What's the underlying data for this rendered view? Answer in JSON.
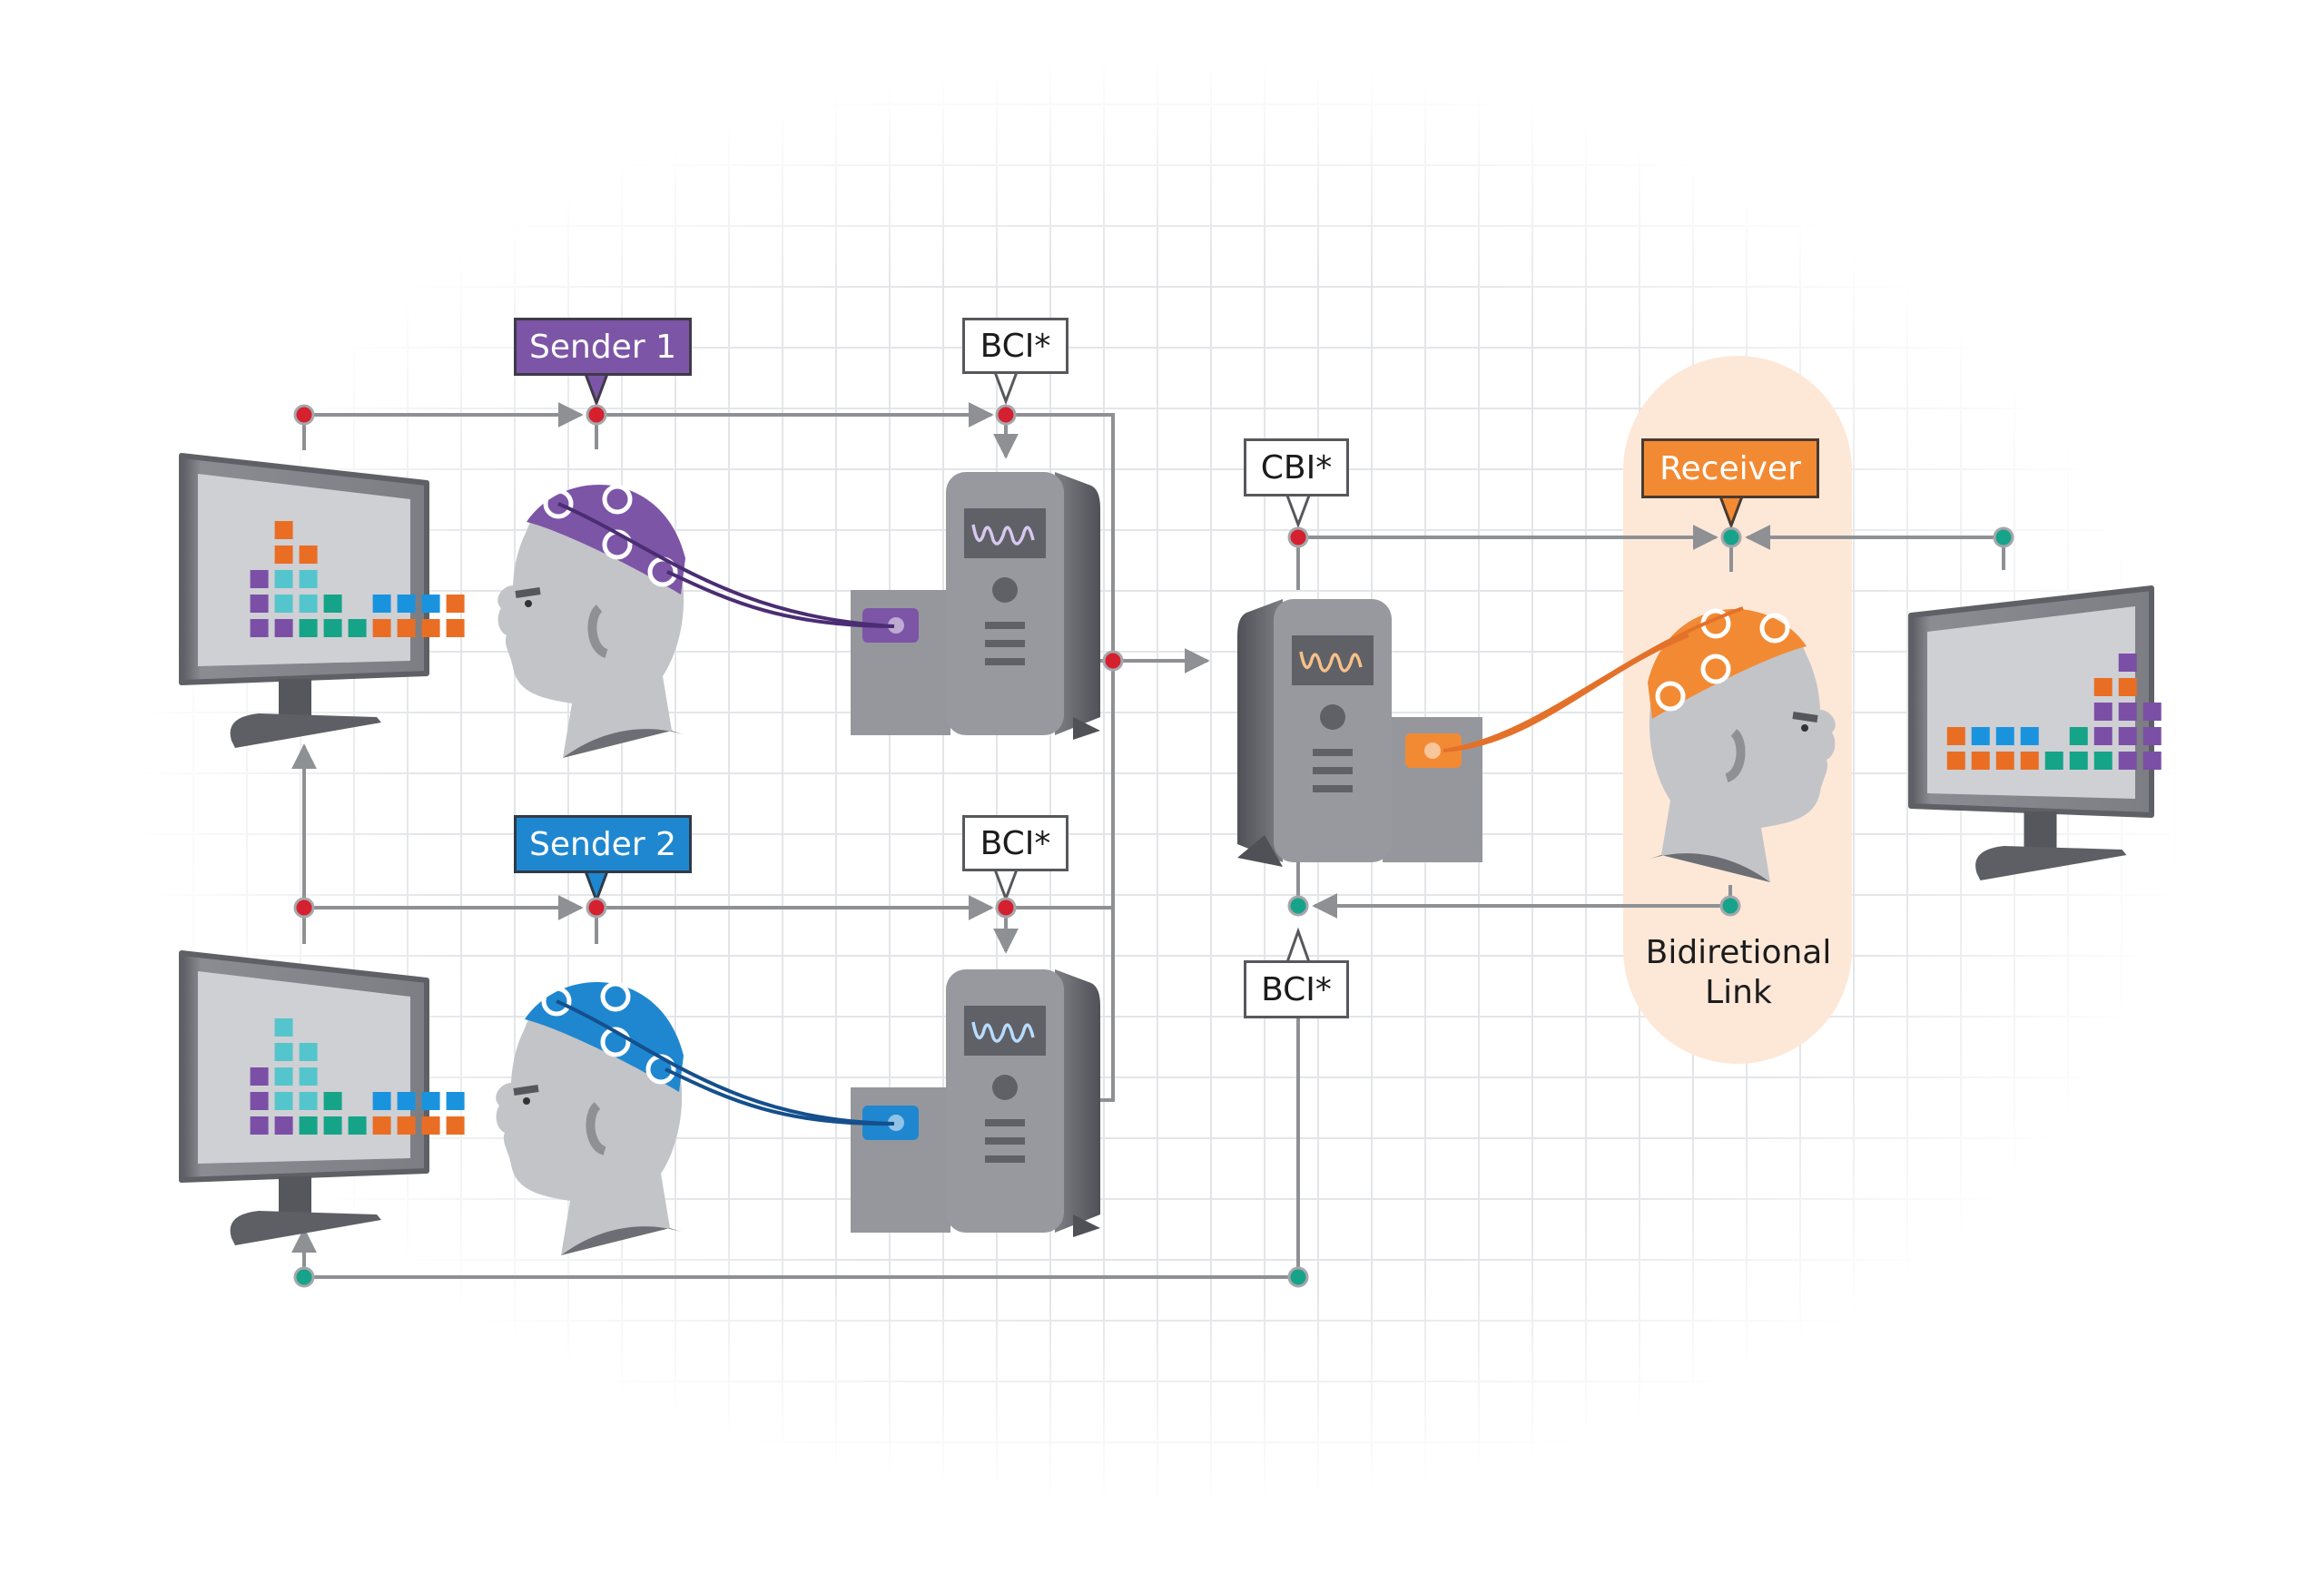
{
  "labels": {
    "sender1": "Sender 1",
    "sender2": "Sender 2",
    "bci_top": "BCI*",
    "bci_middle": "BCI*",
    "bci_bottom": "BCI*",
    "cbi": "CBI*",
    "receiver": "Receiver",
    "link_line1": "Bidiretional",
    "link_line2": "Link"
  },
  "colors": {
    "sender1": "#7c55a6",
    "sender2": "#1f87cf",
    "receiver": "#f28a34",
    "receiver_zone": "#fde8d8",
    "node_red": "#d4202f",
    "node_teal": "#16a38a",
    "connector": "#8e9094",
    "grid": "#e4e5e8",
    "device_light": "#98999e",
    "device_dark": "#5f6166",
    "screen": "#cfd0d4"
  },
  "icons": {
    "monitor": "monitor-icon",
    "head": "human-head-icon",
    "eeg_cap": "eeg-cap-icon",
    "computer": "computer-tower-icon",
    "wave": "waveform-icon",
    "node": "connection-node-icon",
    "arrow": "arrow-icon"
  },
  "monitor_grids": {
    "sender1": [
      [
        "purple",
        "purple",
        "purple"
      ],
      [
        "purple",
        "cyan",
        "cyan",
        "orange",
        "orange"
      ],
      [
        "teal",
        "cyan",
        "cyan",
        "orange"
      ],
      [
        "teal",
        "teal"
      ],
      [
        "teal"
      ],
      [
        "orange",
        "blue"
      ],
      [
        "orange",
        "blue"
      ],
      [
        "orange",
        "blue"
      ],
      [
        "orange",
        "orange"
      ]
    ],
    "sender2": [
      [
        "purple",
        "purple",
        "purple"
      ],
      [
        "purple",
        "cyan",
        "cyan",
        "cyan",
        "cyan"
      ],
      [
        "teal",
        "cyan",
        "cyan",
        "cyan"
      ],
      [
        "teal",
        "teal"
      ],
      [
        "teal"
      ],
      [
        "orange",
        "blue"
      ],
      [
        "orange",
        "blue"
      ],
      [
        "orange",
        "blue"
      ],
      [
        "orange",
        "blue"
      ]
    ],
    "receiver": [
      [
        "orange",
        "orange"
      ],
      [
        "orange",
        "blue"
      ],
      [
        "orange",
        "blue"
      ],
      [
        "orange",
        "blue"
      ],
      [
        "teal"
      ],
      [
        "teal",
        "teal"
      ],
      [
        "teal",
        "purple",
        "purple",
        "orange"
      ],
      [
        "purple",
        "purple",
        "purple",
        "orange",
        "purple"
      ],
      [
        "purple",
        "purple",
        "purple"
      ]
    ]
  },
  "square_colors": {
    "purple": "#7b4fa6",
    "cyan": "#55c5cd",
    "teal": "#15a488",
    "orange": "#e96e24",
    "blue": "#1a93de"
  }
}
